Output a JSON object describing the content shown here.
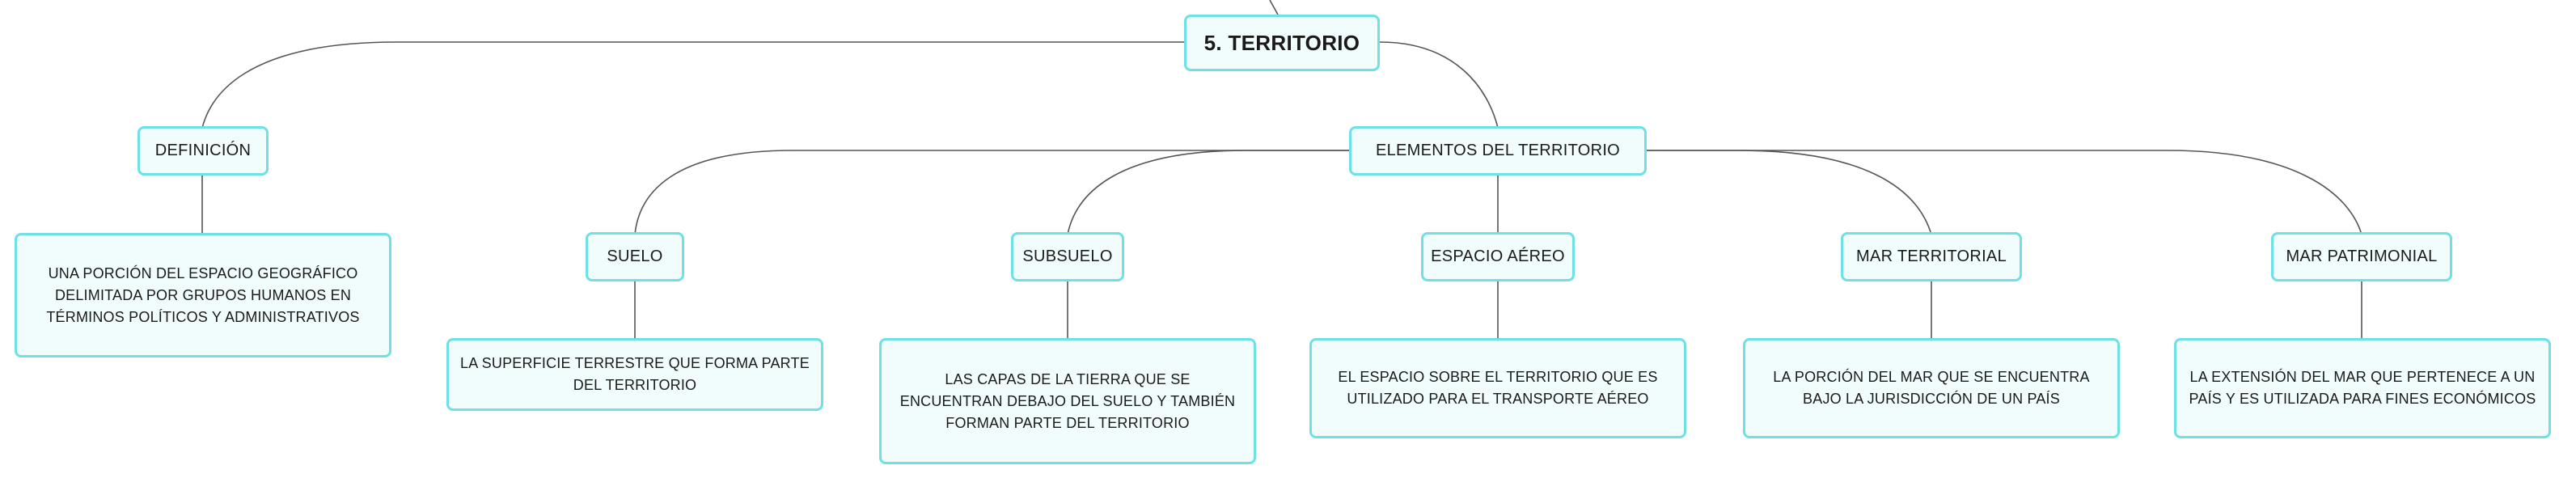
{
  "root": {
    "label": "5. TERRITORIO"
  },
  "definicion": {
    "label": "DEFINICIÓN",
    "text": "UNA PORCIÓN DEL ESPACIO GEOGRÁFICO DELIMITADA POR GRUPOS HUMANOS EN TÉRMINOS POLÍTICOS Y ADMINISTRATIVOS"
  },
  "elementos": {
    "label": "ELEMENTOS DEL TERRITORIO",
    "items": [
      {
        "label": "SUELO",
        "text": "LA SUPERFICIE TERRESTRE QUE FORMA PARTE DEL TERRITORIO"
      },
      {
        "label": "SUBSUELO",
        "text": "LAS CAPAS DE LA TIERRA QUE SE ENCUENTRAN DEBAJO DEL SUELO Y TAMBIÉN FORMAN PARTE DEL TERRITORIO"
      },
      {
        "label": "ESPACIO AÉREO",
        "text": "EL ESPACIO SOBRE EL TERRITORIO QUE ES UTILIZADO PARA EL TRANSPORTE AÉREO"
      },
      {
        "label": "MAR TERRITORIAL",
        "text": "LA PORCIÓN DEL MAR QUE SE ENCUENTRA BAJO LA JURISDICCIÓN DE UN PAÍS"
      },
      {
        "label": "MAR PATRIMONIAL",
        "text": "LA EXTENSIÓN DEL MAR QUE PERTENECE A UN PAÍS Y ES UTILIZADA PARA FINES ECONÓMICOS"
      }
    ]
  },
  "style": {
    "border_color": "#6fe0e4",
    "fill_color": "#f1fcfc",
    "line_color": "#555555"
  }
}
